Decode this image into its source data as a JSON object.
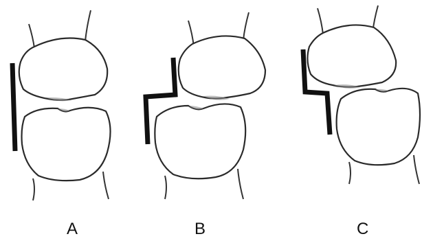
{
  "panels": [
    {
      "label": "A"
    },
    {
      "label": "B"
    },
    {
      "label": "C"
    }
  ],
  "colors": {
    "background": "#ffffff",
    "bone_outline": "#2a2a2a",
    "indicator_bar": "#111111"
  }
}
